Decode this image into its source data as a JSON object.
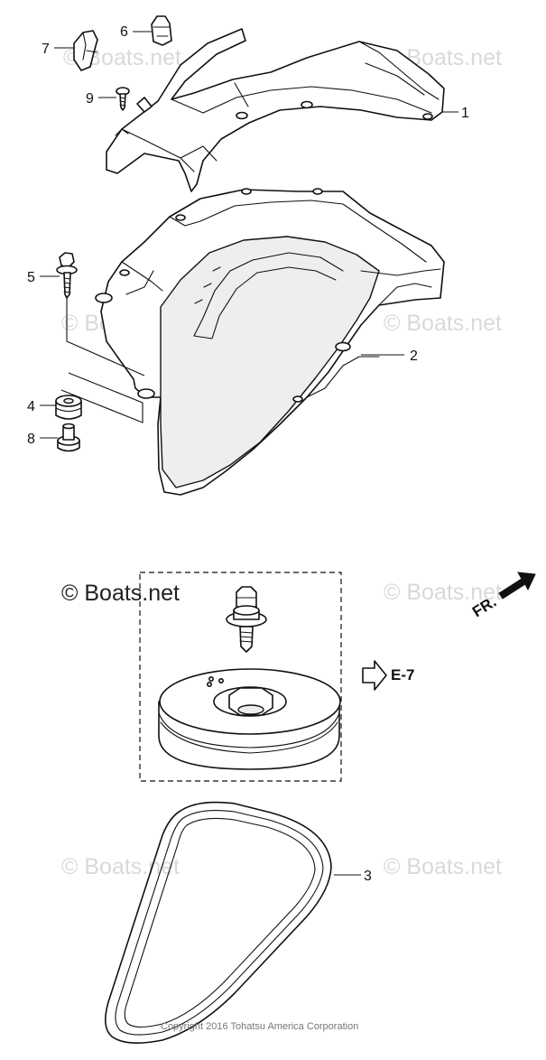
{
  "watermarks": {
    "text": "© Boats.net",
    "color": "#d9d9d9"
  },
  "callouts": {
    "p1": "1",
    "p2": "2",
    "p3": "3",
    "p4": "4",
    "p5": "5",
    "p6": "6",
    "p7": "7",
    "p8": "8",
    "p9": "9"
  },
  "reference_arrow": {
    "label": "E-7"
  },
  "front_indicator": {
    "label": "FR."
  },
  "copyright": "Copyright 2016 Tohatsu America Corporation"
}
